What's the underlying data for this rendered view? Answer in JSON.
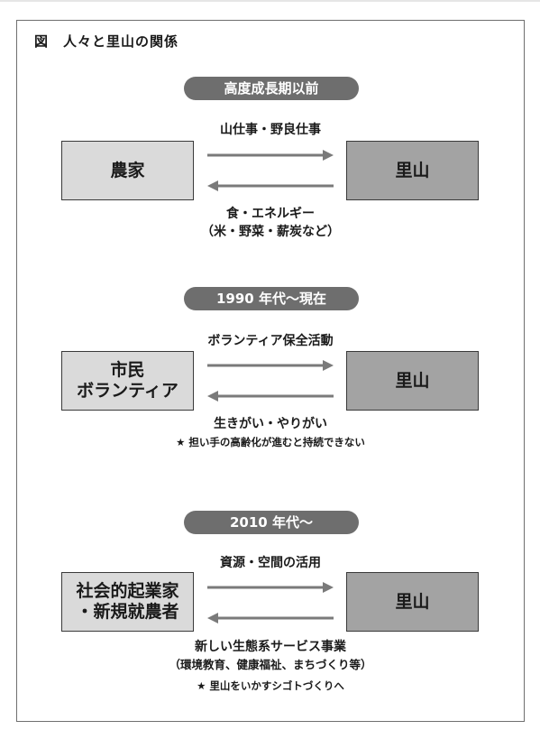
{
  "figure_title": "図　人々と里山の関係",
  "sections": [
    {
      "period": "高度成長期以前",
      "left_box": [
        "農家"
      ],
      "right_box": "里山",
      "top_label": "山仕事・野良仕事",
      "bottom_label": "食・エネルギー",
      "bottom_sub": "（米・野菜・薪炭など）",
      "note": ""
    },
    {
      "period": "1990 年代〜現在",
      "left_box": [
        "市民",
        "ボランティア"
      ],
      "right_box": "里山",
      "top_label": "ボランティア保全活動",
      "bottom_label": "生きがい・やりがい",
      "bottom_sub": "",
      "note": "★ 担い手の高齢化が進むと持続できない"
    },
    {
      "period": "2010 年代〜",
      "left_box": [
        "社会的起業家",
        "・新規就農者"
      ],
      "right_box": "里山",
      "top_label": "資源・空間の活用",
      "bottom_label": "新しい生態系サービス事業",
      "bottom_sub": "（環境教育、健康福祉、まちづくり等）",
      "note": "★ 里山をいかすシゴトづくりへ"
    }
  ],
  "colors": {
    "pill_bg": "#6e6e6e",
    "left_box_bg": "#dadada",
    "right_box_bg": "#a3a3a3",
    "arrow": "#7a7a7a"
  }
}
